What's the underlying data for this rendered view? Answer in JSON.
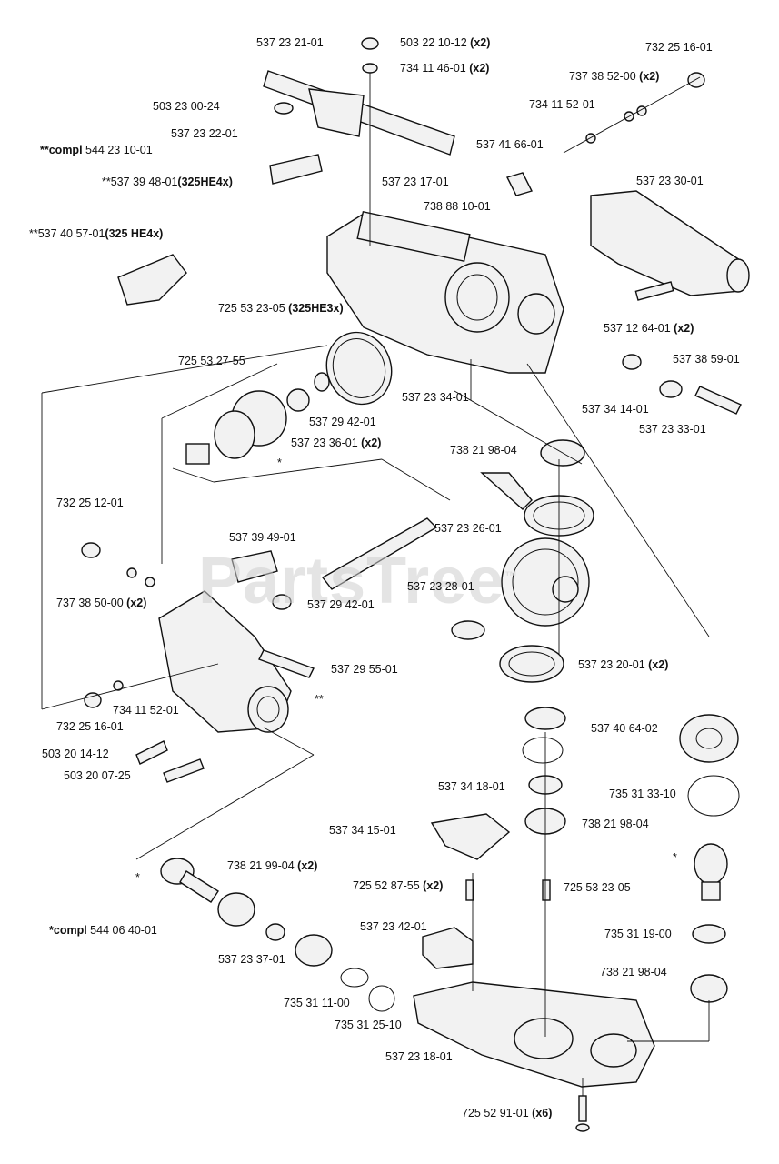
{
  "watermark": {
    "text": "PartsTree",
    "mark": "™"
  },
  "labels": [
    {
      "id": "l01",
      "num": "537 23 21-01",
      "qty": ""
    },
    {
      "id": "l02",
      "num": "503 22 10-12",
      "qty": "(x2)"
    },
    {
      "id": "l03",
      "num": "734 11 46-01",
      "qty": "(x2)"
    },
    {
      "id": "l04",
      "num": "732 25 16-01",
      "qty": ""
    },
    {
      "id": "l05",
      "num": "737 38 52-00",
      "qty": "(x2)"
    },
    {
      "id": "l06",
      "num": "503 23 00-24",
      "qty": ""
    },
    {
      "id": "l07",
      "num": "734 11 52-01",
      "qty": ""
    },
    {
      "id": "l08",
      "num": "537 23 22-01",
      "qty": ""
    },
    {
      "id": "l09",
      "num": "537 41 66-01",
      "qty": ""
    },
    {
      "id": "l10",
      "pre": "**compl",
      "num": "544 23 10-01",
      "qty": ""
    },
    {
      "id": "l11",
      "pre": "**",
      "num": "537 39 48-01",
      "qty": "(325HE4x)"
    },
    {
      "id": "l12",
      "num": "537 23 17-01",
      "qty": ""
    },
    {
      "id": "l13",
      "num": "537 23 30-01",
      "qty": ""
    },
    {
      "id": "l14",
      "num": "738 88 10-01",
      "qty": ""
    },
    {
      "id": "l15",
      "pre": "**",
      "num": "537 40 57-01",
      "qty": "(325 HE4x)"
    },
    {
      "id": "l16",
      "num": "725 53 23-05",
      "qty": "(325HE3x)"
    },
    {
      "id": "l17",
      "num": "537 12 64-01",
      "qty": "(x2)"
    },
    {
      "id": "l18",
      "num": "725 53 27-55",
      "qty": ""
    },
    {
      "id": "l19",
      "num": "537 38 59-01",
      "qty": ""
    },
    {
      "id": "l20",
      "num": "537 23 34-01",
      "qty": ""
    },
    {
      "id": "l21",
      "num": "537 34 14-01",
      "qty": ""
    },
    {
      "id": "l22",
      "num": "537 29 42-01",
      "qty": ""
    },
    {
      "id": "l23",
      "num": "537 23 33-01",
      "qty": ""
    },
    {
      "id": "l24",
      "num": "537 23 36-01",
      "qty": "(x2)"
    },
    {
      "id": "l25",
      "num": "738 21 98-04",
      "qty": ""
    },
    {
      "id": "l26",
      "num": "732 25 12-01",
      "qty": ""
    },
    {
      "id": "l27",
      "num": "537 23 26-01",
      "qty": ""
    },
    {
      "id": "l28",
      "num": "537 39 49-01",
      "qty": ""
    },
    {
      "id": "l29",
      "num": "537 23 28-01",
      "qty": ""
    },
    {
      "id": "l30",
      "num": "737 38 50-00",
      "qty": "(x2)"
    },
    {
      "id": "l31",
      "num": "537 29 42-01",
      "qty": ""
    },
    {
      "id": "l32",
      "num": "537 29 55-01",
      "qty": ""
    },
    {
      "id": "l33",
      "num": "537 23 20-01",
      "qty": "(x2)"
    },
    {
      "id": "l34",
      "num": "734 11 52-01",
      "qty": ""
    },
    {
      "id": "l35",
      "num": "732 25 16-01",
      "qty": ""
    },
    {
      "id": "l36",
      "num": "537 40 64-02",
      "qty": ""
    },
    {
      "id": "l37",
      "num": "503 20 14-12",
      "qty": ""
    },
    {
      "id": "l38",
      "num": "503 20 07-25",
      "qty": ""
    },
    {
      "id": "l39",
      "num": "537 34 18-01",
      "qty": ""
    },
    {
      "id": "l40",
      "num": "735 31 33-10",
      "qty": ""
    },
    {
      "id": "l41",
      "num": "537 34 15-01",
      "qty": ""
    },
    {
      "id": "l42",
      "num": "738 21 98-04",
      "qty": ""
    },
    {
      "id": "l43",
      "num": "738 21 99-04",
      "qty": "(x2)"
    },
    {
      "id": "l44",
      "num": "725 52 87-55",
      "qty": "(x2)"
    },
    {
      "id": "l45",
      "num": "725 53 23-05",
      "qty": ""
    },
    {
      "id": "l46",
      "pre": "*compl",
      "num": "544 06 40-01",
      "qty": ""
    },
    {
      "id": "l47",
      "num": "537 23 42-01",
      "qty": ""
    },
    {
      "id": "l48",
      "num": "735 31 19-00",
      "qty": ""
    },
    {
      "id": "l49",
      "num": "537 23 37-01",
      "qty": ""
    },
    {
      "id": "l50",
      "num": "738 21 98-04",
      "qty": ""
    },
    {
      "id": "l51",
      "num": "735 31 11-00",
      "qty": ""
    },
    {
      "id": "l52",
      "num": "735 31 25-10",
      "qty": ""
    },
    {
      "id": "l53",
      "num": "537 23 18-01",
      "qty": ""
    },
    {
      "id": "l54",
      "num": "725 52 91-01",
      "qty": "(x6)"
    }
  ],
  "markers": {
    "single": "*",
    "double": "**"
  }
}
